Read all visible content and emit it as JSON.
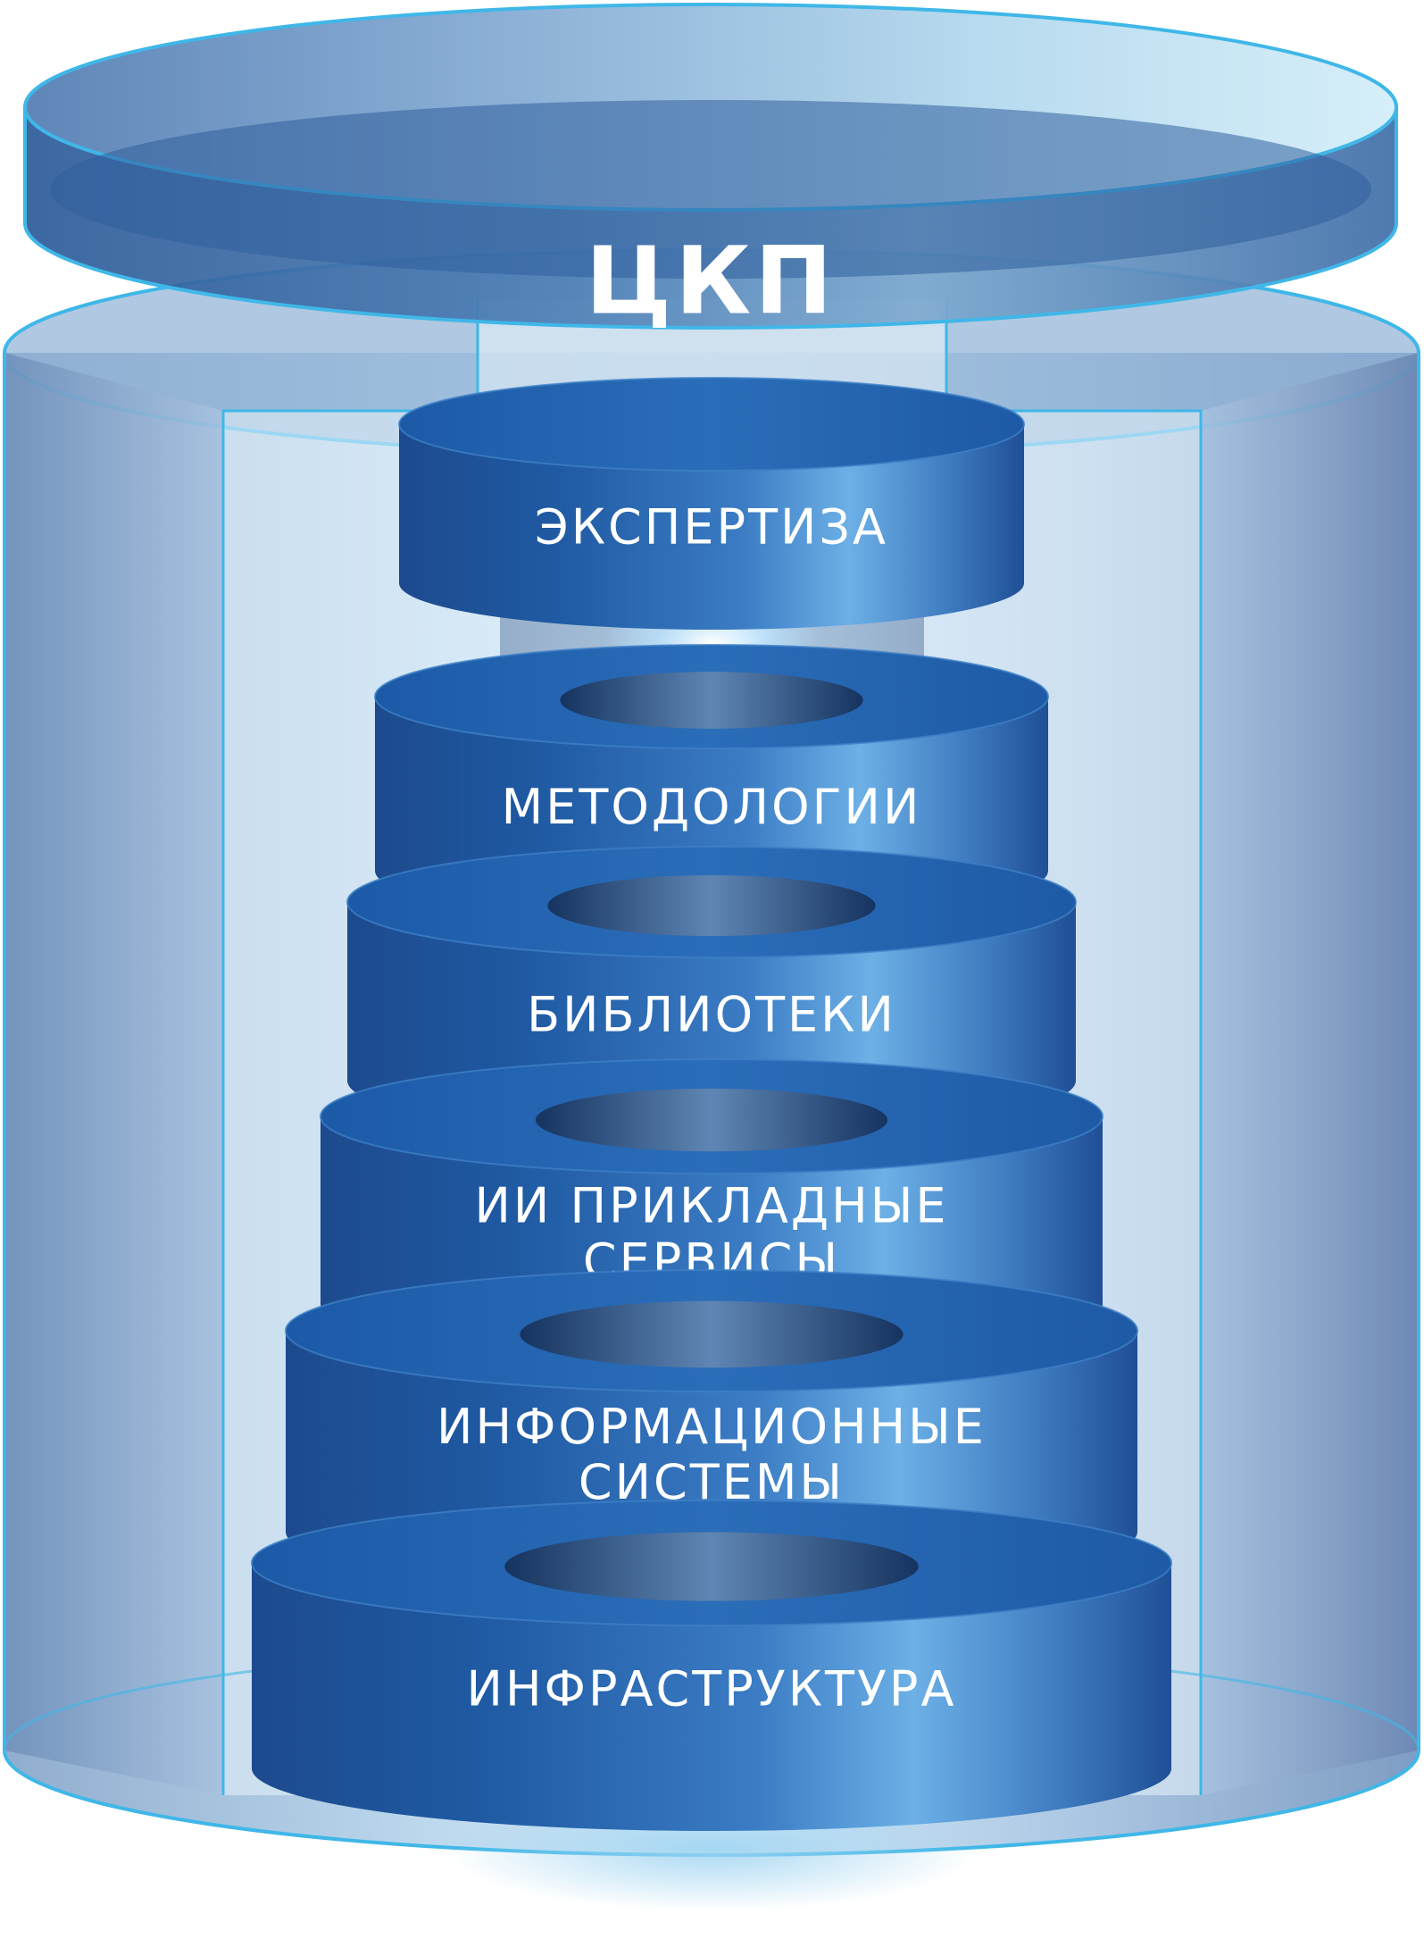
{
  "title": "ЦКП",
  "layers": [
    {
      "id": "expertise",
      "lines": [
        "ЭКСПЕРТИЗА"
      ]
    },
    {
      "id": "methodologies",
      "lines": [
        "МЕТОДОЛОГИИ"
      ]
    },
    {
      "id": "libraries",
      "lines": [
        "БИБЛИОТЕКИ"
      ]
    },
    {
      "id": "ai-services",
      "lines": [
        "ИИ ПРИКЛАДНЫЕ",
        "СЕРВИСЫ"
      ]
    },
    {
      "id": "info-systems",
      "lines": [
        "ИНФОРМАЦИОННЫЕ",
        "СИСТЕМЫ"
      ]
    },
    {
      "id": "infrastructure",
      "lines": [
        "ИНФРАСТРУКТУРА"
      ]
    }
  ],
  "colors": {
    "disk_dark": "#1f4f96",
    "disk_mid": "#2f6db4",
    "disk_light": "#6fb1e6",
    "glass_light": "#cfe8f6",
    "glass_mid": "#8fb6dc",
    "glass_dark": "#4a78b0",
    "outline": "#3fb7e8",
    "text": "#ffffff"
  }
}
